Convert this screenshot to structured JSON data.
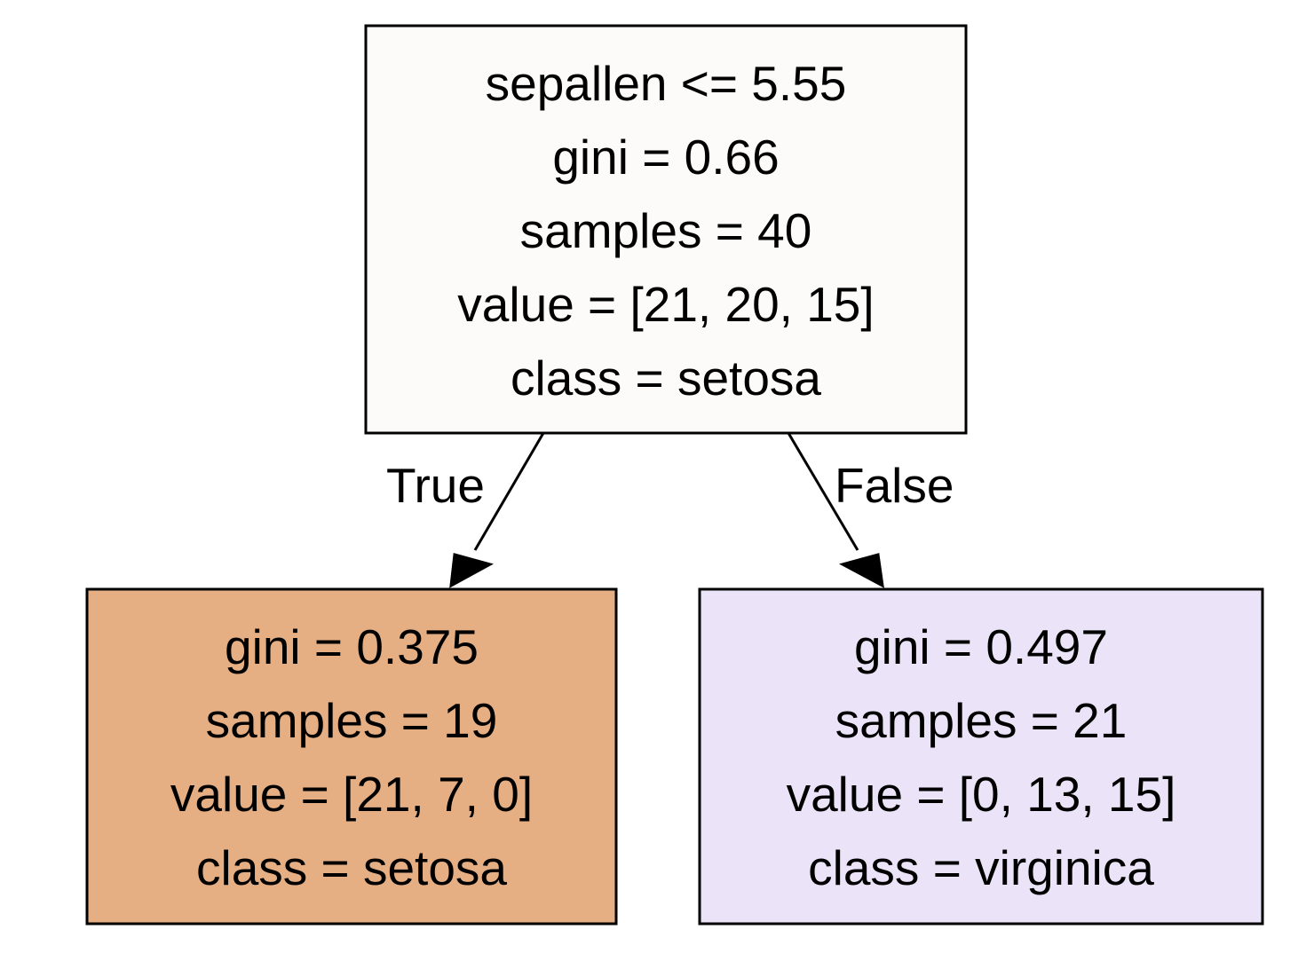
{
  "tree": {
    "root": {
      "lines": [
        "sepallen <= 5.55",
        "gini = 0.66",
        "samples = 40",
        "value = [21, 20, 15]",
        "class = setosa"
      ],
      "fill": "#fcfbfa"
    },
    "left": {
      "lines": [
        "gini = 0.375",
        "samples = 19",
        "value = [21, 7, 0]",
        "class = setosa"
      ],
      "fill": "#e5ae83"
    },
    "right": {
      "lines": [
        "gini = 0.497",
        "samples = 21",
        "value = [0, 13, 15]",
        "class = virginica"
      ],
      "fill": "#ebe4f8"
    },
    "edges": {
      "true_label": "True",
      "false_label": "False"
    }
  }
}
